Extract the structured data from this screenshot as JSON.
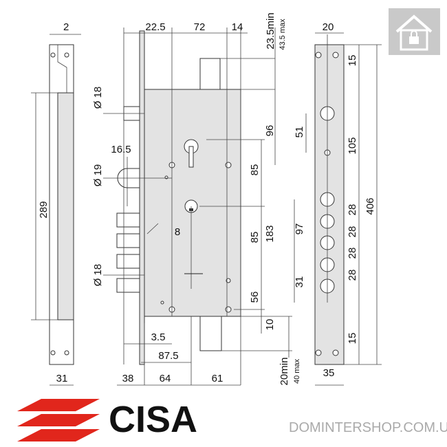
{
  "dims": {
    "strip_left": {
      "top": "2",
      "height": "289",
      "width": "31"
    },
    "top": {
      "a": "22.5",
      "b": "72",
      "c": "14",
      "min": "23.5min",
      "max": "43.5 max"
    },
    "left": {
      "latch_dia": "Ø 18",
      "offset": "16.5",
      "mid_dia": "Ø 19",
      "square": "8",
      "bolt_dia": "Ø 18"
    },
    "right": {
      "a": "96",
      "b": "85",
      "c": "85",
      "d": "183",
      "e": "56",
      "f": "10",
      "min": "20min",
      "max": "40 max"
    },
    "bottom": {
      "a": "3.5",
      "b": "87.5",
      "c": "38",
      "d": "64",
      "e": "61"
    },
    "strike": {
      "width_top": "20",
      "top": "15",
      "a": "51",
      "b": "105",
      "c": "97",
      "d": "31",
      "e1": "28",
      "e2": "28",
      "e3": "28",
      "e4": "28",
      "total": "406",
      "bottom": "15",
      "width": "35"
    }
  },
  "brand": {
    "name": "CISA",
    "colors": {
      "red": "#e1261c",
      "black": "#111111"
    }
  },
  "watermark": "DOMINTERSHOP.COM.UA",
  "icon": "home-lock-icon"
}
